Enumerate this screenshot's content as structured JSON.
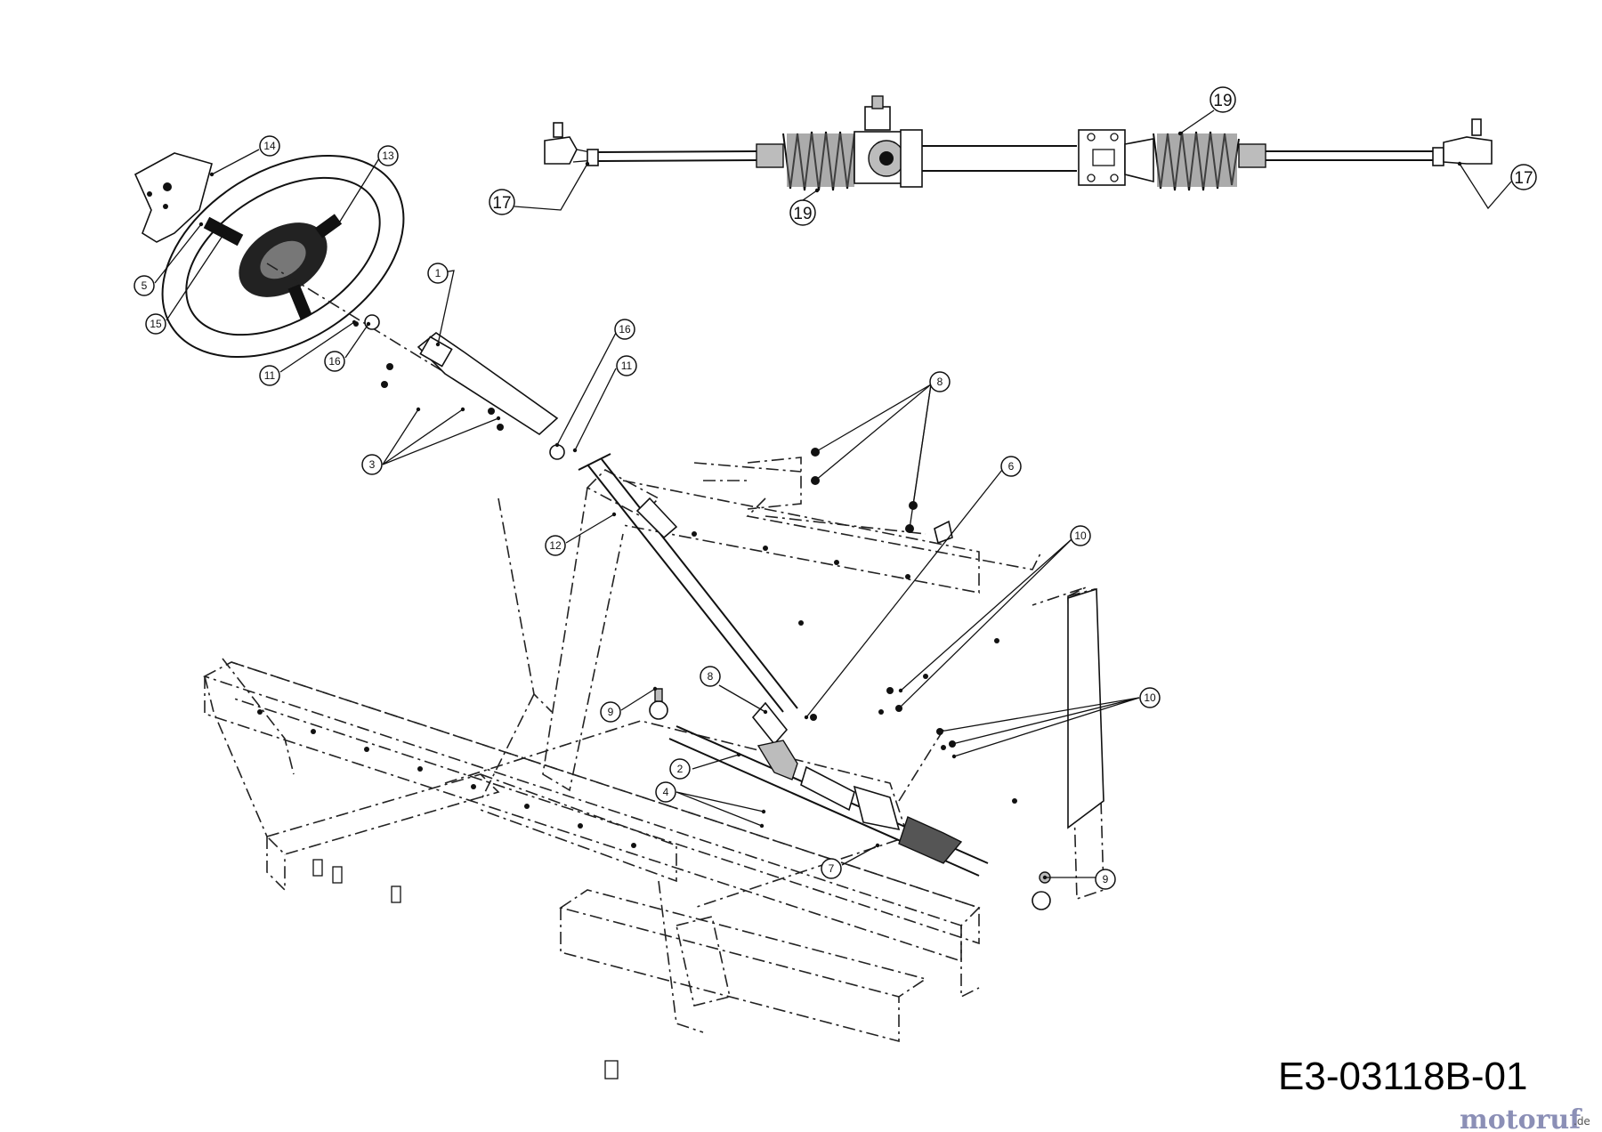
{
  "drawing": {
    "code": "E3-03118B-01"
  },
  "watermark": {
    "text": "motoruf",
    "suffix": ".de"
  },
  "callouts": [
    {
      "num": "1"
    },
    {
      "num": "2"
    },
    {
      "num": "3"
    },
    {
      "num": "4"
    },
    {
      "num": "5"
    },
    {
      "num": "6"
    },
    {
      "num": "7"
    },
    {
      "num": "8"
    },
    {
      "num": "8"
    },
    {
      "num": "9"
    },
    {
      "num": "9"
    },
    {
      "num": "10"
    },
    {
      "num": "10"
    },
    {
      "num": "11"
    },
    {
      "num": "11"
    },
    {
      "num": "12"
    },
    {
      "num": "13"
    },
    {
      "num": "14"
    },
    {
      "num": "15"
    },
    {
      "num": "16"
    },
    {
      "num": "16"
    },
    {
      "num": "17"
    },
    {
      "num": "17"
    },
    {
      "num": "19"
    },
    {
      "num": "19"
    }
  ]
}
